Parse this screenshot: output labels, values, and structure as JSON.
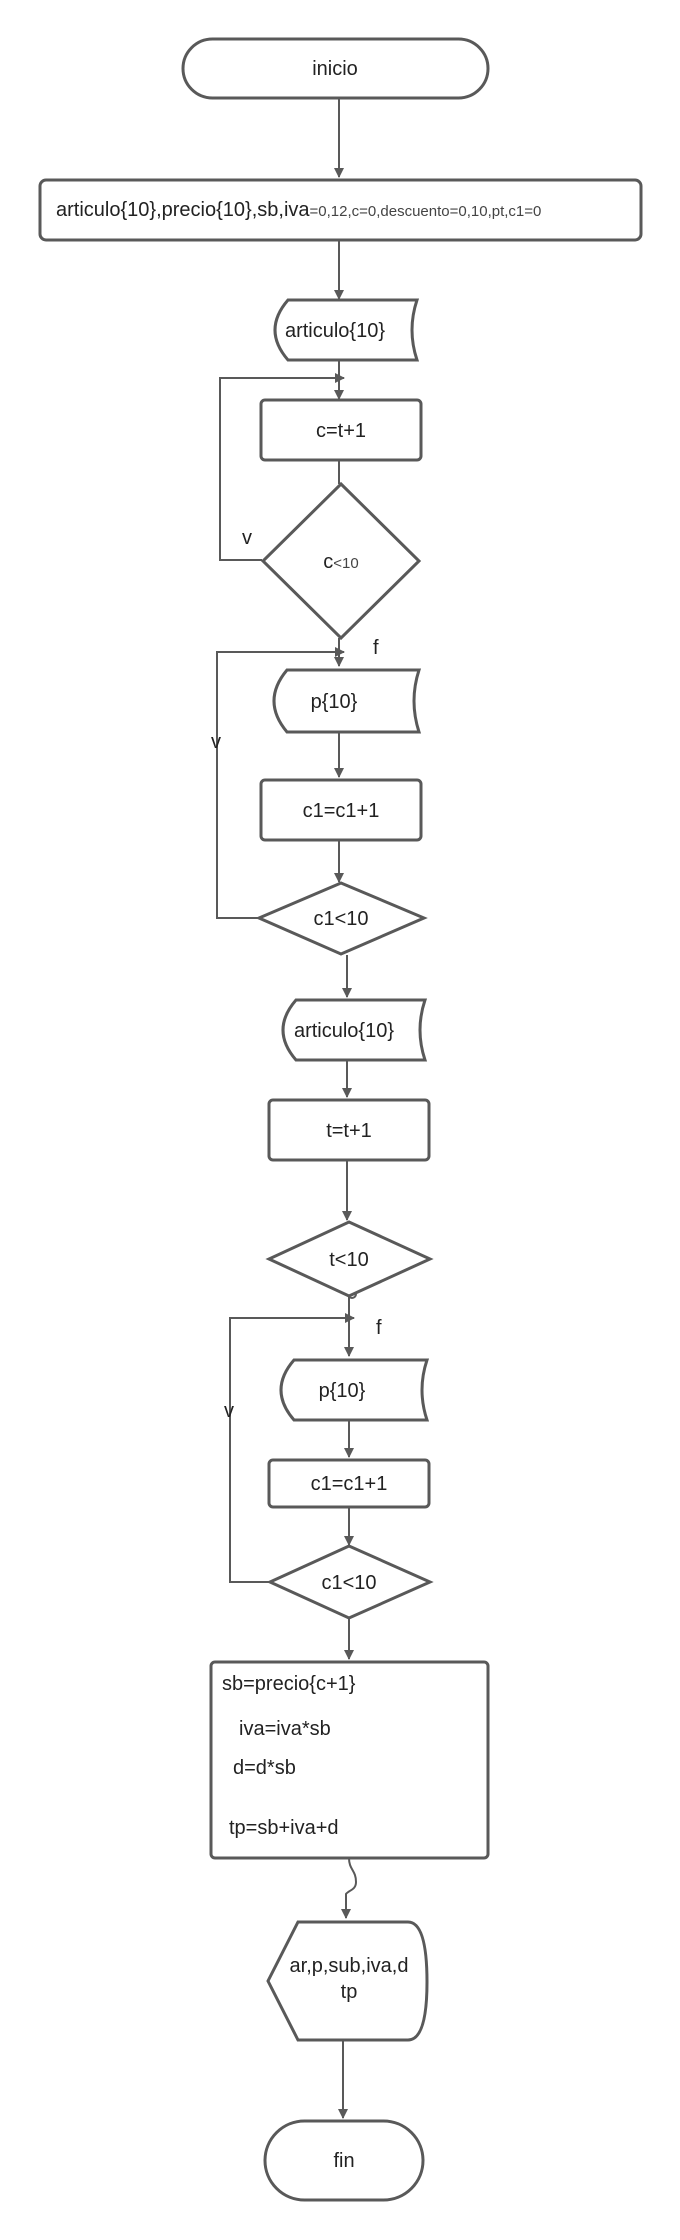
{
  "nodes": {
    "start": "inicio",
    "declare_main": "articulo{10},precio{10},sb,iva",
    "declare_rest": "=0,12,c=0,descuento=0,10,pt,c1=0",
    "read_articulo_1": "articulo{10}",
    "assign_c": "c=t+1",
    "cond_c": "c",
    "cond_c_rest": "<10",
    "read_p_1": "p{10}",
    "assign_c1_1": "c1=c1+1",
    "cond_c1_1": "c1<10",
    "read_articulo_2": "articulo{10}",
    "assign_t": "t=t+1",
    "cond_t": "t<10",
    "read_p_2": "p{10}",
    "assign_c1_2": "c1=c1+1",
    "cond_c1_2": "c1<10",
    "process": {
      "line1": "sb=precio{c+1}",
      "line2": "iva=iva*sb",
      "line3": "d=d*sb",
      "line4": "tp=sb+iva+d"
    },
    "output_line1": "ar,p,sub,iva,d",
    "output_line2": "tp",
    "end": "fin"
  },
  "labels": {
    "loop1_true": "v",
    "loop1_false": "f",
    "loop2_true": "v",
    "loop3_false": "f",
    "loop3_true": "v"
  },
  "colors": {
    "stroke": "#595959",
    "fill": "#ffffff",
    "text": "#222222"
  }
}
